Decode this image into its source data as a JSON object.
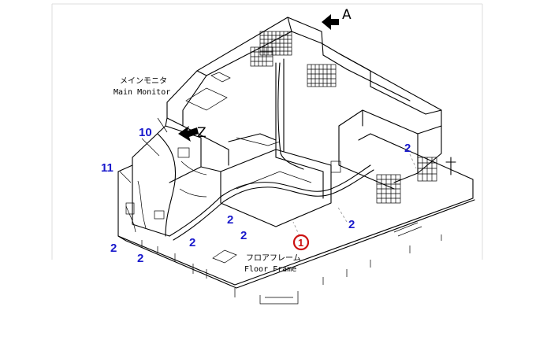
{
  "view_arrow_a": "A",
  "view_arrow_z": "Z",
  "main_monitor_jp": "メインモニタ",
  "main_monitor_en": "Main Monitor",
  "floor_frame_jp": "フロアフレーム",
  "floor_frame_en": "Floor Frame",
  "callout_item": "1",
  "part_labels": [
    "2",
    "2",
    "2",
    "2",
    "2",
    "2",
    "2",
    "10",
    "11"
  ],
  "colors": {
    "part_label": "#1a1acc",
    "callout": "#cc1111",
    "frame_border": "#dddddd"
  }
}
